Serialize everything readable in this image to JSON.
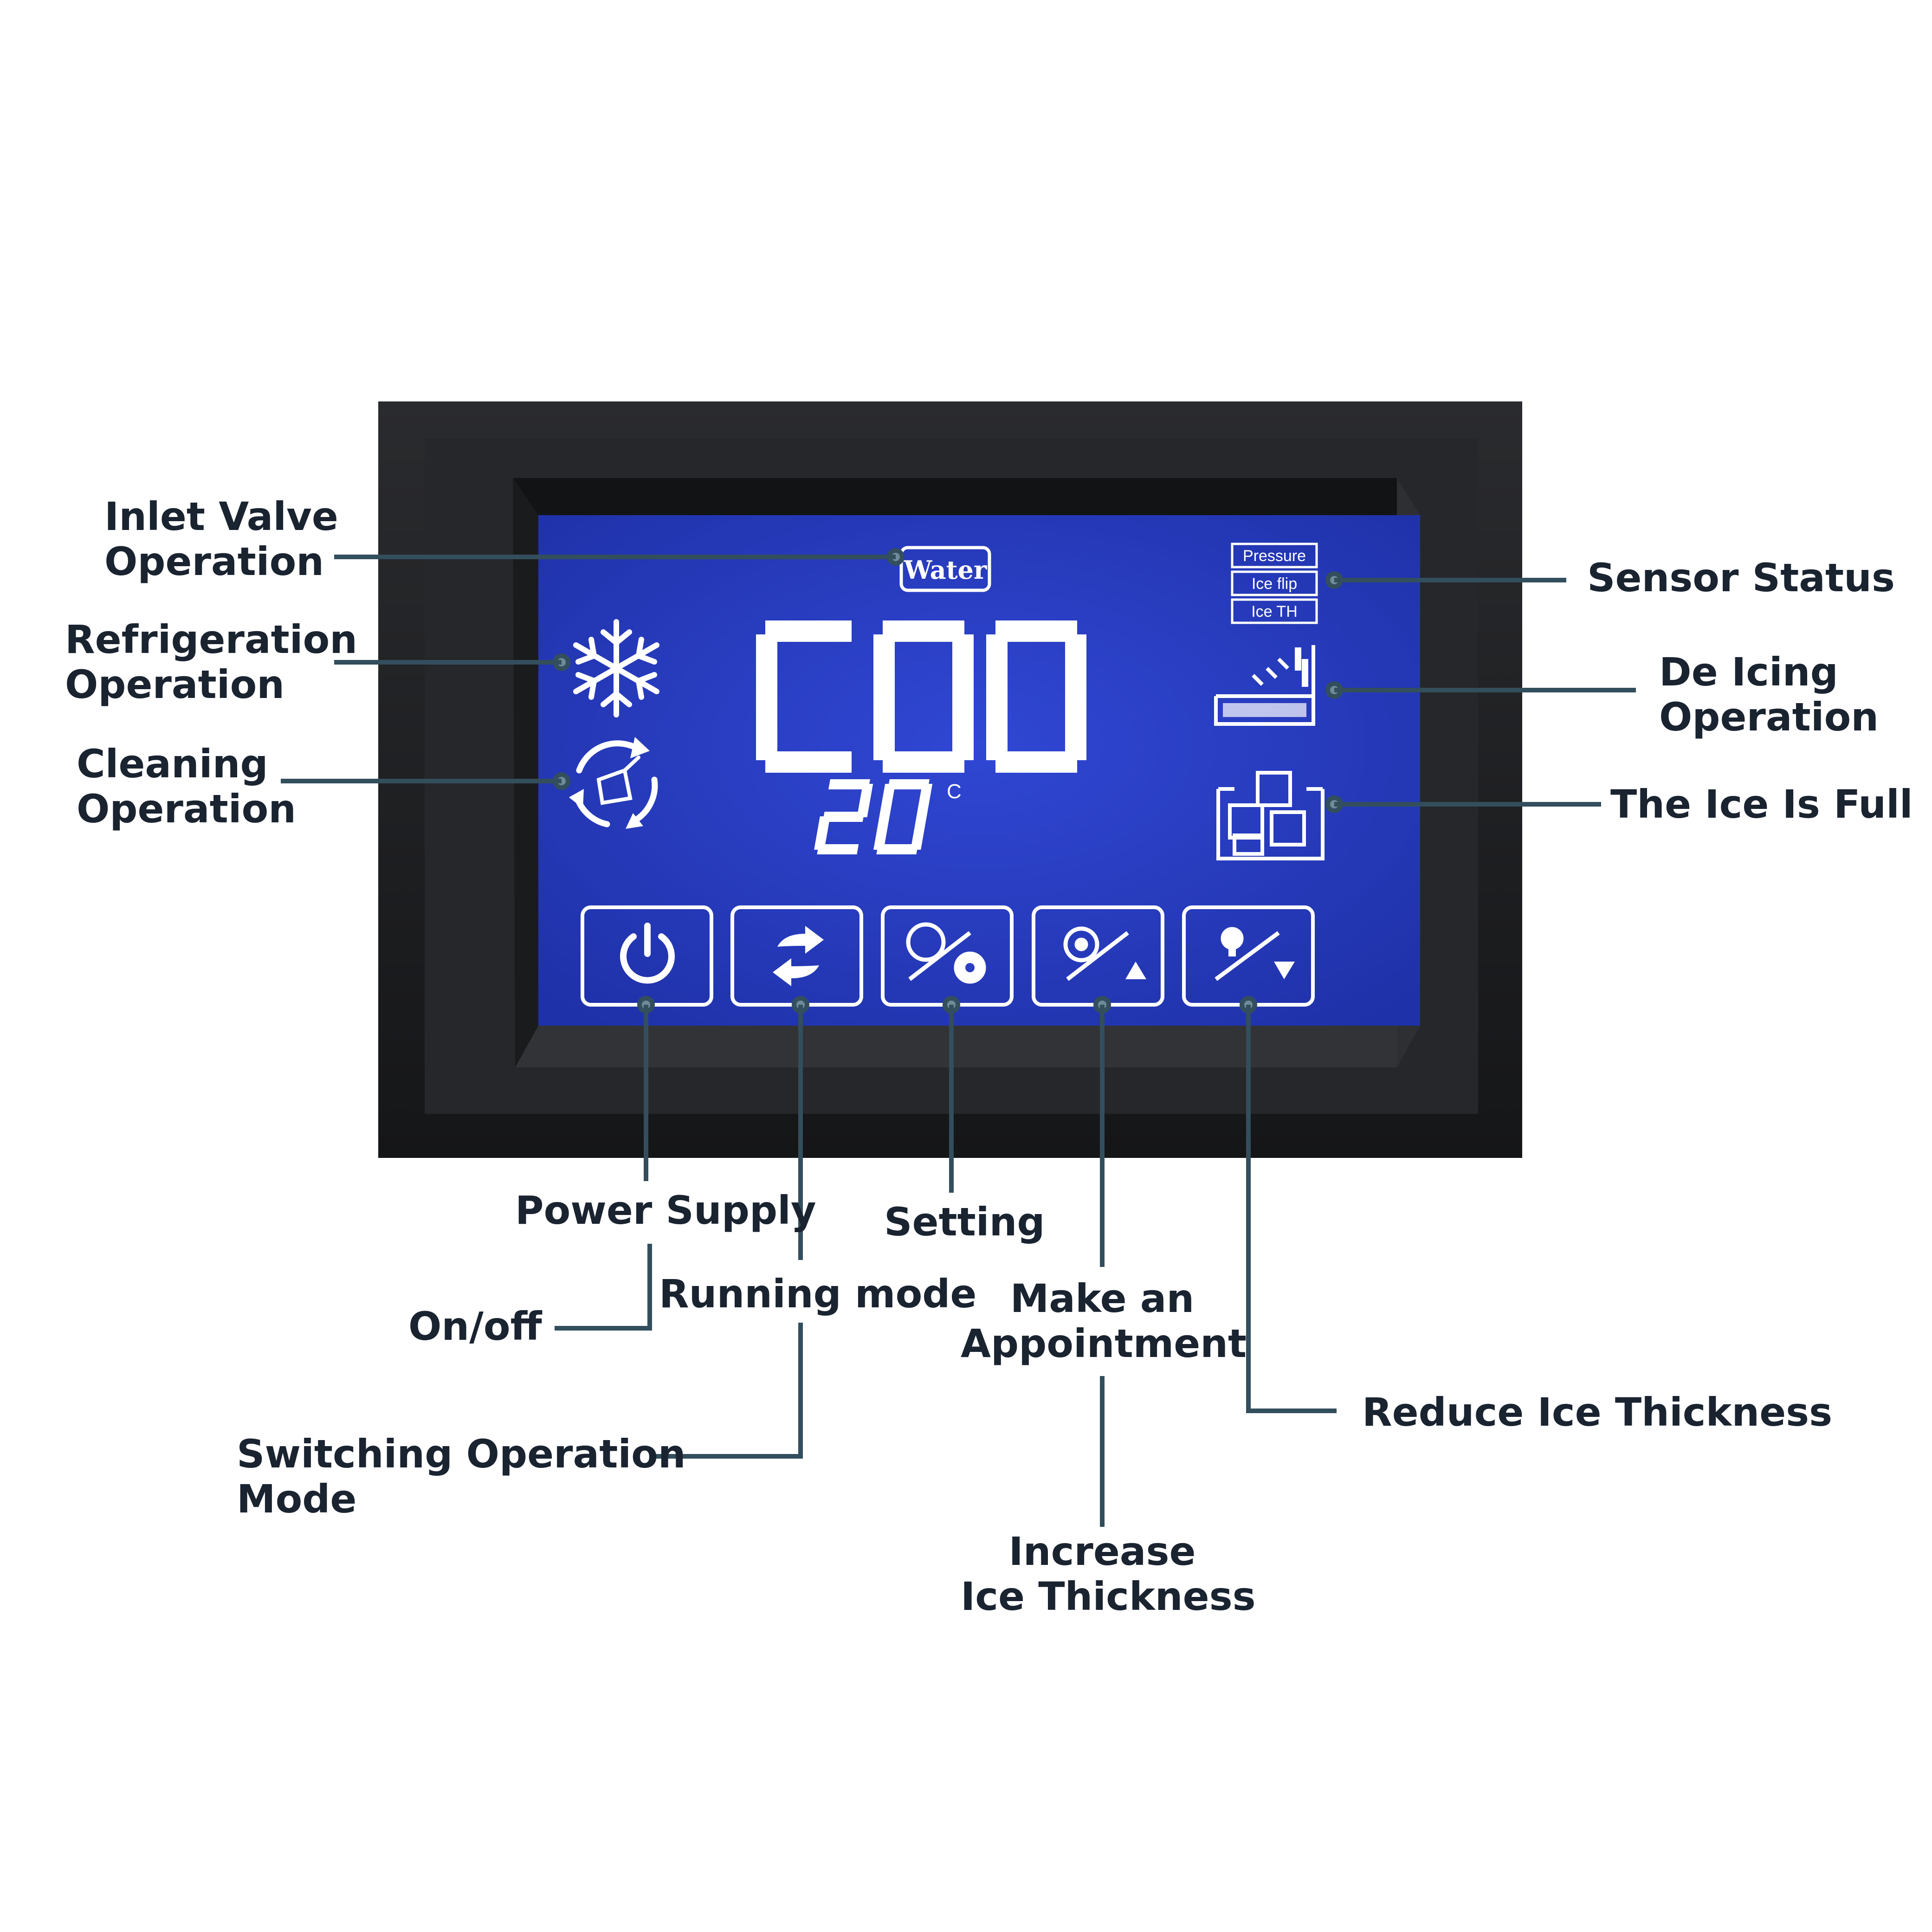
{
  "display": {
    "code": "C00",
    "temperature": "20",
    "temperature_unit": "°C"
  },
  "indicators": {
    "water": "Water",
    "sensors": [
      "Pressure",
      "Ice flip",
      "Ice TH"
    ],
    "icons": [
      "snowflake-icon",
      "cleaning-cycle-icon",
      "de-icing-icon",
      "ice-full-icon"
    ]
  },
  "buttons": [
    {
      "icon": "power-icon"
    },
    {
      "icon": "swap-arrows-icon"
    },
    {
      "icon": "clock-gear-icon"
    },
    {
      "icon": "appointment-up-icon"
    },
    {
      "icon": "bulb-down-icon"
    }
  ],
  "labels": {
    "inlet_valve": [
      "Inlet Valve",
      "Operation"
    ],
    "refrigeration": [
      "Refrigeration",
      "Operation"
    ],
    "cleaning": [
      "Cleaning",
      "Operation"
    ],
    "sensor_status": [
      "Sensor Status"
    ],
    "de_icing": [
      "De Icing",
      "Operation"
    ],
    "ice_full": [
      "The Ice Is Full"
    ],
    "power_supply": [
      "Power Supply"
    ],
    "on_off": [
      "On/off"
    ],
    "running_mode": [
      "Running mode"
    ],
    "switching_mode": [
      "Switching Operation",
      "Mode"
    ],
    "setting": [
      "Setting"
    ],
    "appointment": [
      "Make an",
      "Appointment"
    ],
    "increase_thickness": [
      "Increase",
      "Ice Thickness"
    ],
    "reduce_thickness": [
      "Reduce Ice Thickness"
    ]
  },
  "colors": {
    "bezel": "#1e1f21",
    "screen": "#2a3fc4",
    "segment": "#ffffff",
    "leader": "#334e5c",
    "label_text": "#1a2330"
  }
}
